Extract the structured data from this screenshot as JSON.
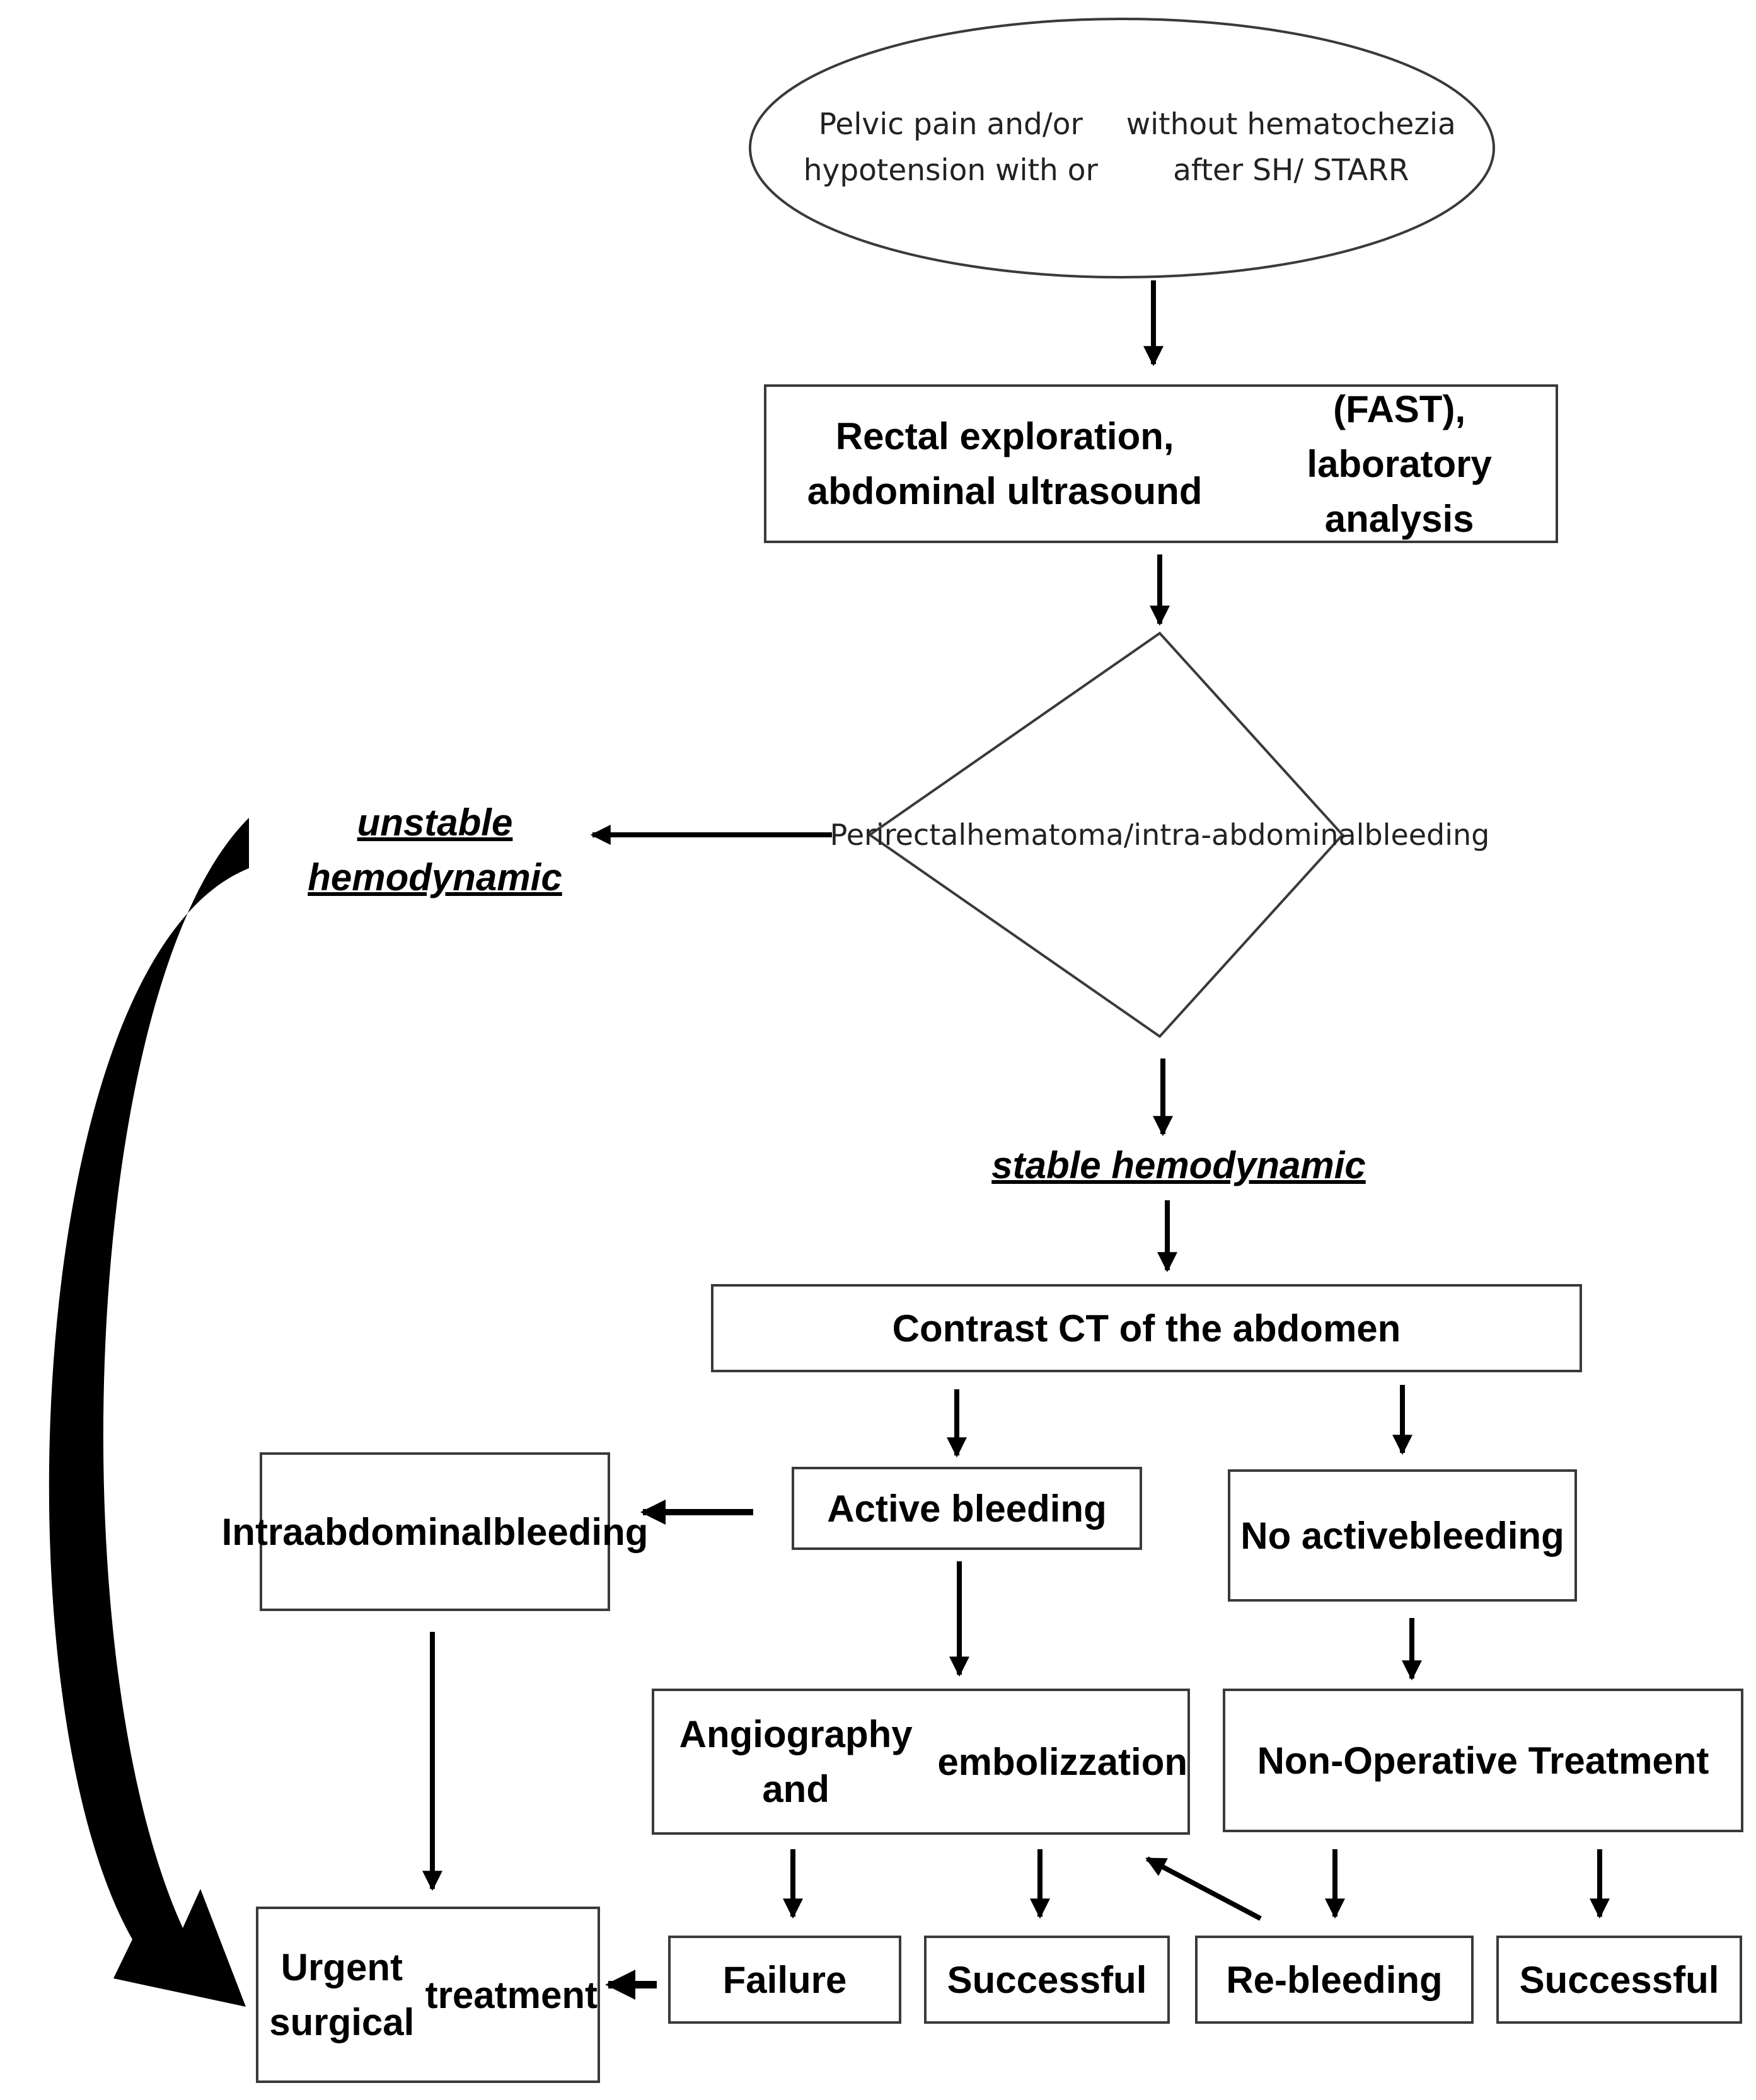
{
  "nodes": {
    "start": [
      "Pelvic pain and/or hypotension with or",
      "without  hematochezia after SH/ STARR"
    ],
    "exam": [
      "Rectal exploration, abdominal ultrasound",
      "(FAST), laboratory analysis"
    ],
    "decision": [
      "Perirectal",
      "hematoma/intra-",
      "abdominal",
      "bleeding"
    ],
    "unstable": [
      "unstable",
      "hemodynamic"
    ],
    "stable": "stable hemodynamic",
    "ct": "Contrast CT of the abdomen",
    "intraabdominal": [
      "Intraabdominal",
      "bleeding"
    ],
    "active": "Active bleeding",
    "no_active": [
      "No active",
      "bleeding"
    ],
    "angio": [
      "Angiography and",
      "embolizzation"
    ],
    "nonop": "Non-Operative Treatment",
    "surgery": [
      "Urgent surgical",
      "treatment"
    ],
    "failure": "Failure",
    "successful_1": "Successful",
    "rebleeding": "Re-bleeding",
    "successful_2": "Successful"
  },
  "colors": {
    "stroke": "#3a3a3a",
    "arrow": "#000000",
    "background": "#ffffff"
  }
}
